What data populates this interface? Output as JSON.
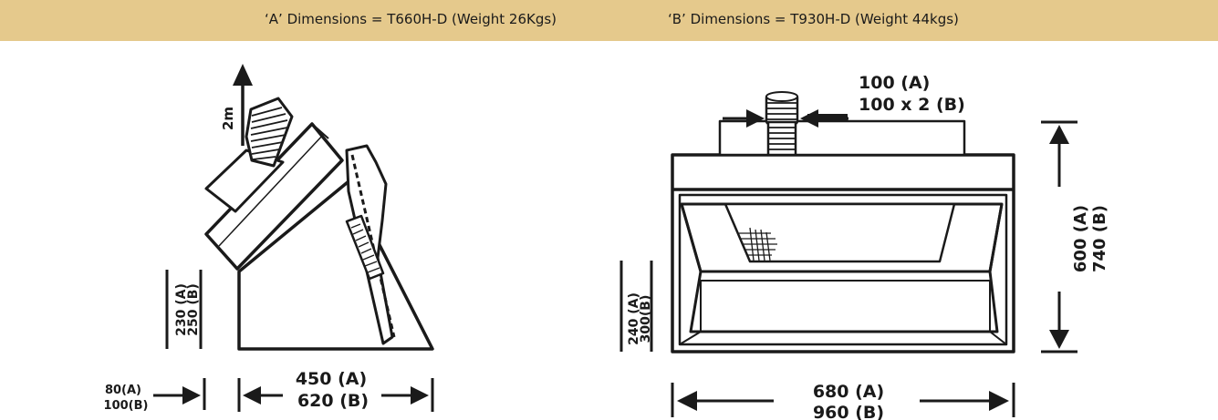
{
  "header": {
    "dim_a": "‘A’ Dimensions = T660H-D (Weight  26Kgs)",
    "dim_b": "‘B’ Dimensions = T930H-D (Weight  44kgs)",
    "band_color": "#e5c98c"
  },
  "side_view": {
    "arrow_label": "2m",
    "height_a": "230 (A)",
    "height_b": "250 (B)",
    "offset_a": "80(A)",
    "offset_b": "100(B)",
    "depth_a": "450 (A)",
    "depth_b": "620 (B)"
  },
  "front_view": {
    "duct_a": "100 (A)",
    "duct_b": "100 x 2 (B)",
    "height_a": "600 (A)",
    "height_b": "740 (B)",
    "bottom_a": "240 (A)",
    "bottom_b": "300(B)",
    "width_a": "680 (A)",
    "width_b": "960 (B)"
  }
}
